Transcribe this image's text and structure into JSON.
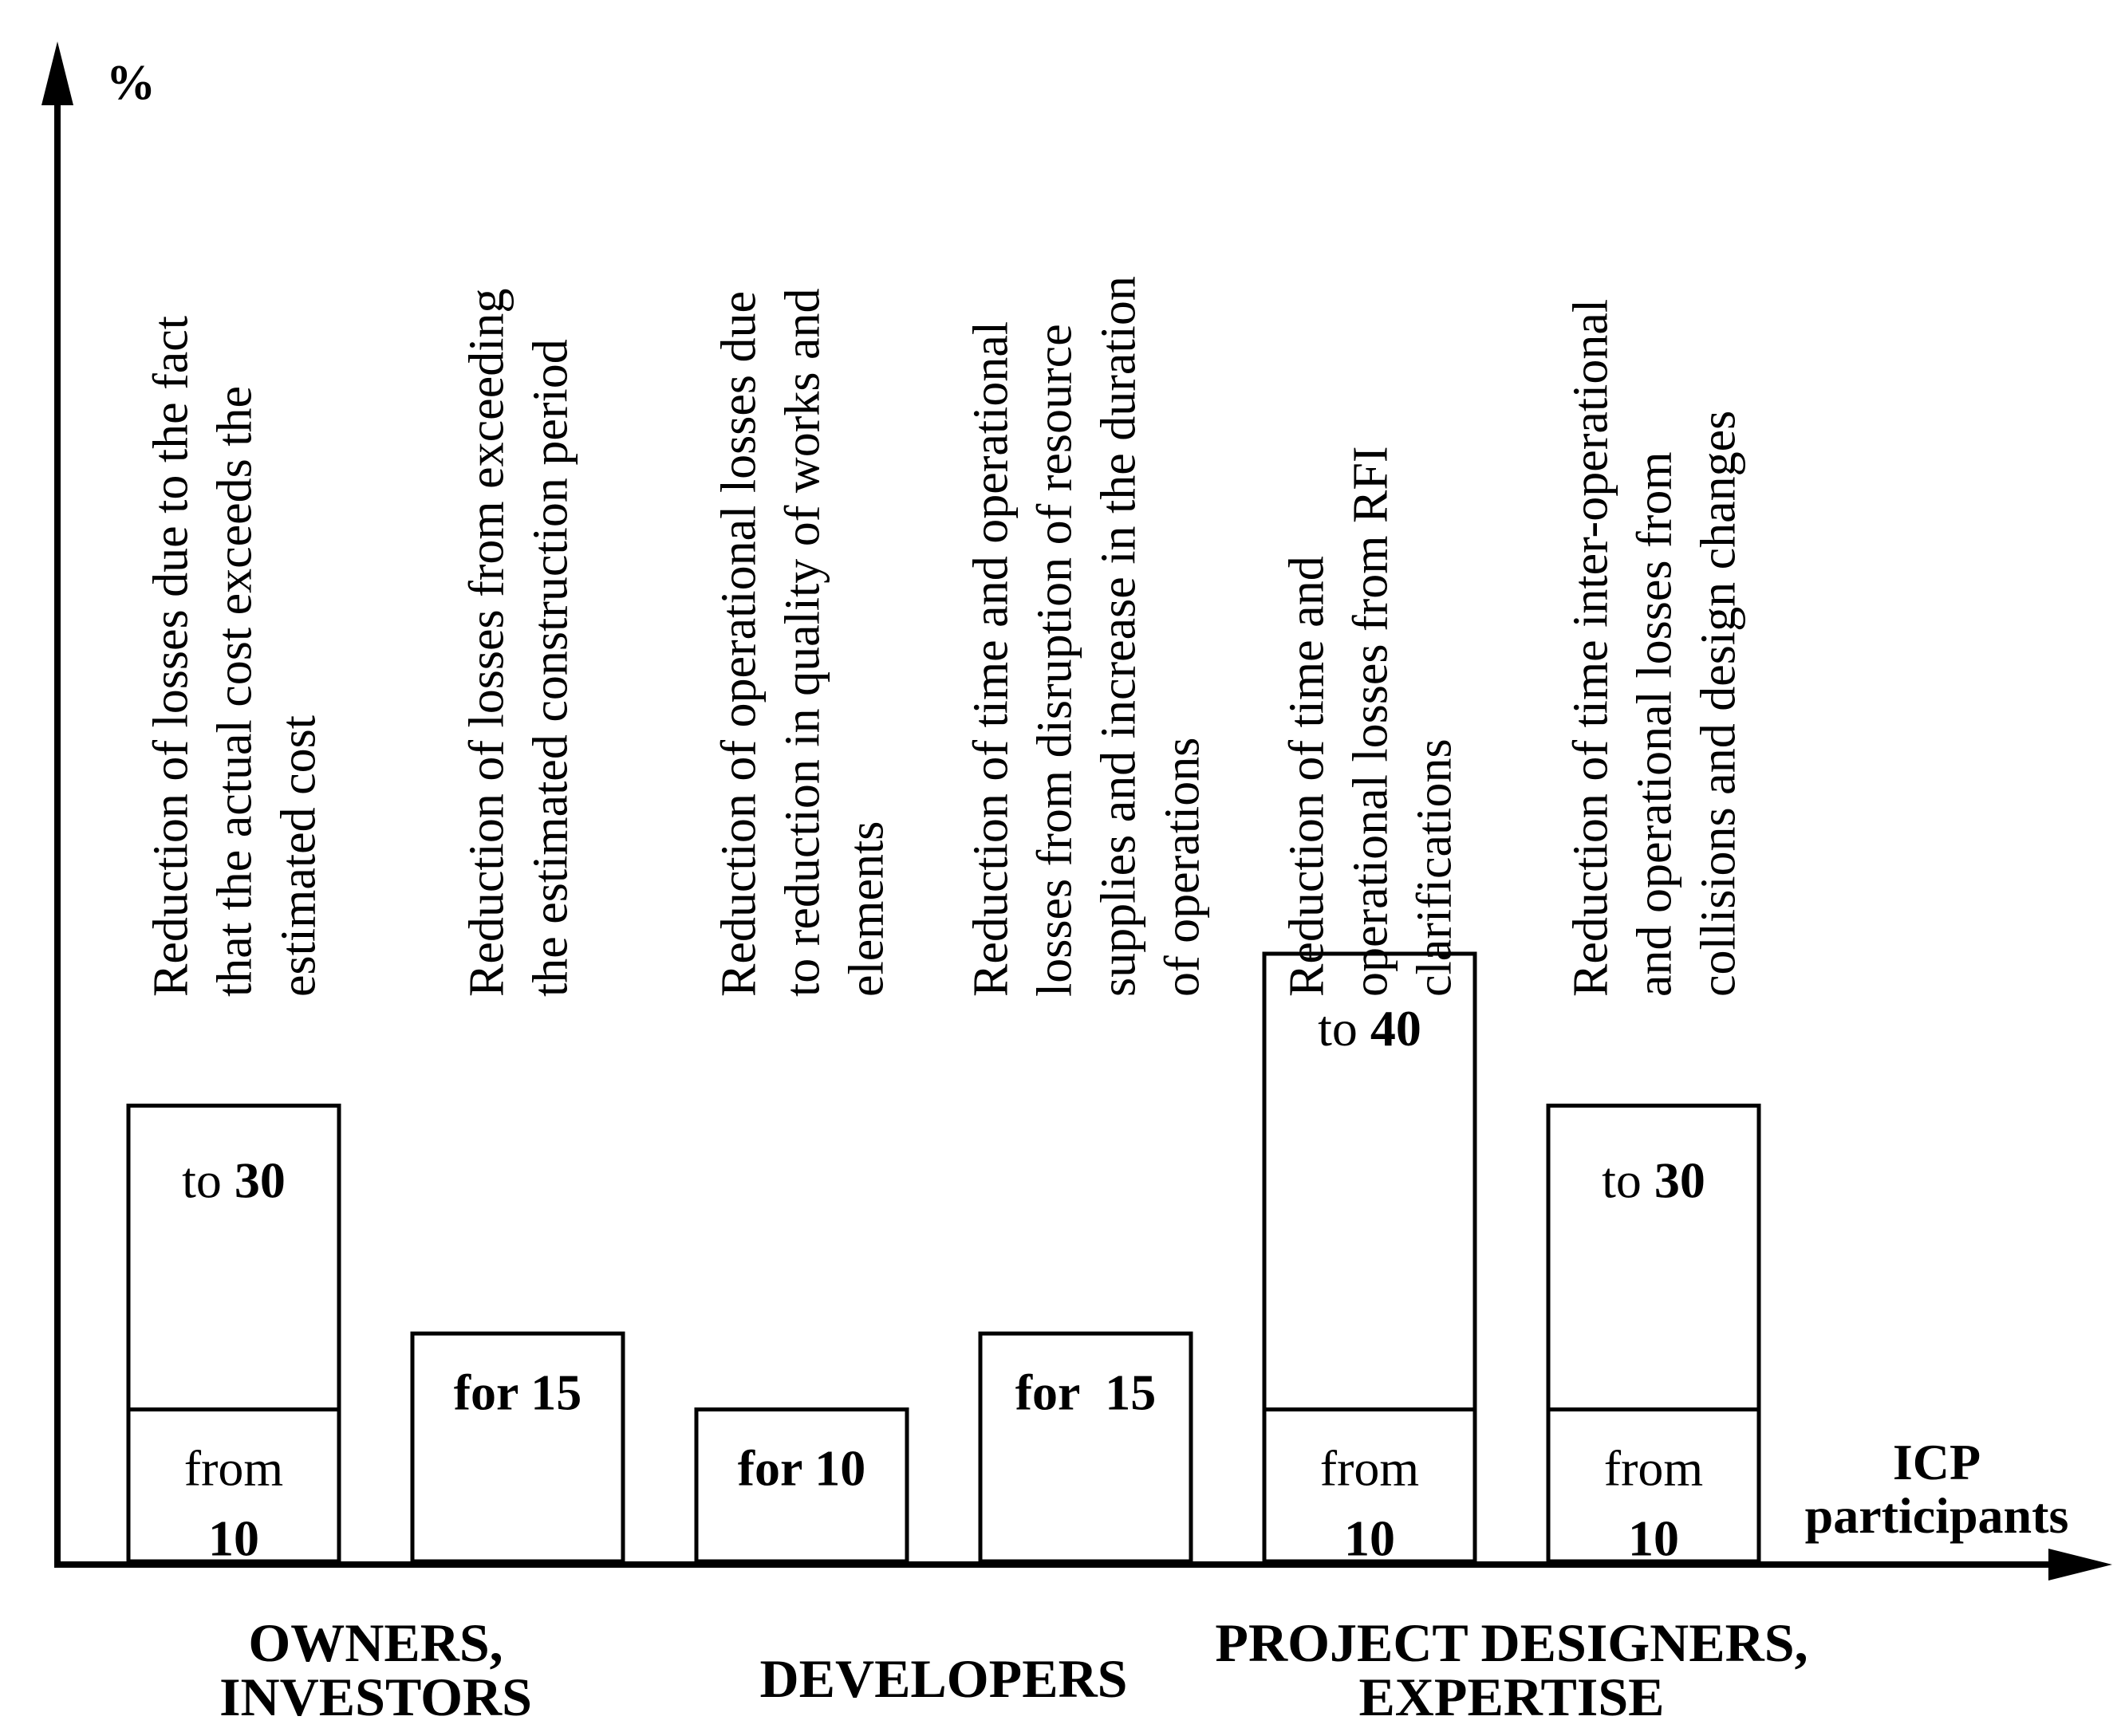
{
  "chart_data": {
    "type": "bar",
    "y_axis_label": "%",
    "x_axis_label": [
      "ICP",
      "participants"
    ],
    "ylim": [
      0,
      60
    ],
    "bars": [
      {
        "description": [
          "Reduction of losses due to the fact",
          "that the actual cost exceeds the",
          "estimated cost"
        ],
        "from_value": 10,
        "to_value": 30,
        "from_label": "from",
        "from_number": "10",
        "to_label": "to",
        "to_number": "30"
      },
      {
        "description": [
          "Reduction of losses from exceeding",
          "the estimated construction period"
        ],
        "value": 15,
        "label": "for 15"
      },
      {
        "description": [
          "Reduction of operational losses due",
          "to reduction in quality of works and",
          "elements"
        ],
        "value": 10,
        "label": "for 10"
      },
      {
        "description": [
          "Reduction of time and operational",
          "losses from disruption of resource",
          "supplies and increase in the duration",
          "of operations"
        ],
        "value": 15,
        "label": "for  15"
      },
      {
        "description": [
          "Reduction of time and",
          "operational losses from RFI",
          "clarifications"
        ],
        "from_value": 10,
        "to_value": 40,
        "from_label": "from",
        "from_number": "10",
        "to_label": "to",
        "to_number": "40"
      },
      {
        "description": [
          "Reduction of time inter-operational",
          "and operational losses from",
          "collisions and design changes"
        ],
        "from_value": 10,
        "to_value": 30,
        "from_label": "from",
        "from_number": "10",
        "to_label": "to",
        "to_number": "30"
      }
    ],
    "groups": [
      {
        "lines": [
          "OWNERS,",
          "INVESTORS"
        ],
        "bars": [
          0,
          1
        ]
      },
      {
        "lines": [
          "DEVELOPERS"
        ],
        "bars": [
          2,
          3
        ]
      },
      {
        "lines": [
          "PROJECT DESIGNERS,",
          "EXPERTISE"
        ],
        "bars": [
          4,
          5
        ]
      }
    ]
  }
}
